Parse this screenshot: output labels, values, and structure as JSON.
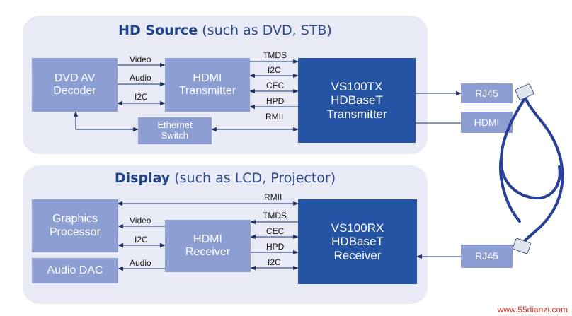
{
  "source_panel": {
    "title_bold": "HD Source",
    "title_rest": " (such as DVD, STB)",
    "dvd_decoder": "DVD AV\nDecoder",
    "hdmi_transmitter": "HDMI\nTransmitter",
    "ethernet_switch": "Ethernet\nSwitch",
    "vs100tx": "VS100TX\nHDBaseT\nTransmitter",
    "signals_left": [
      "Video",
      "Audio",
      "I2C"
    ],
    "signals_right": [
      "TMDS",
      "I2C",
      "CEC",
      "HPD",
      "RMII"
    ]
  },
  "display_panel": {
    "title_bold": "Display",
    "title_rest": " (such as LCD, Projector)",
    "graphics_processor": "Graphics\nProcessor",
    "audio_dac": "Audio DAC",
    "hdmi_receiver": "HDMI\nReceiver",
    "vs100rx": "VS100RX\nHDBaseT\nReceiver",
    "rmii": "RMII",
    "signals_left": [
      "Video",
      "I2C",
      "Audio"
    ],
    "signals_right": [
      "TMDS",
      "CEC",
      "HPD",
      "I2C"
    ]
  },
  "ports": {
    "rj45_tx": "RJ45",
    "hdmi_tx": "HDMI",
    "rj45_rx": "RJ45"
  },
  "colors": {
    "panel_bg": "#e8ebf5",
    "light_block": "#8d9ed2",
    "dark_block": "#2654a4",
    "title": "#21458c",
    "cable": "#2a3f98"
  },
  "watermark": "www.55dianzi.com"
}
